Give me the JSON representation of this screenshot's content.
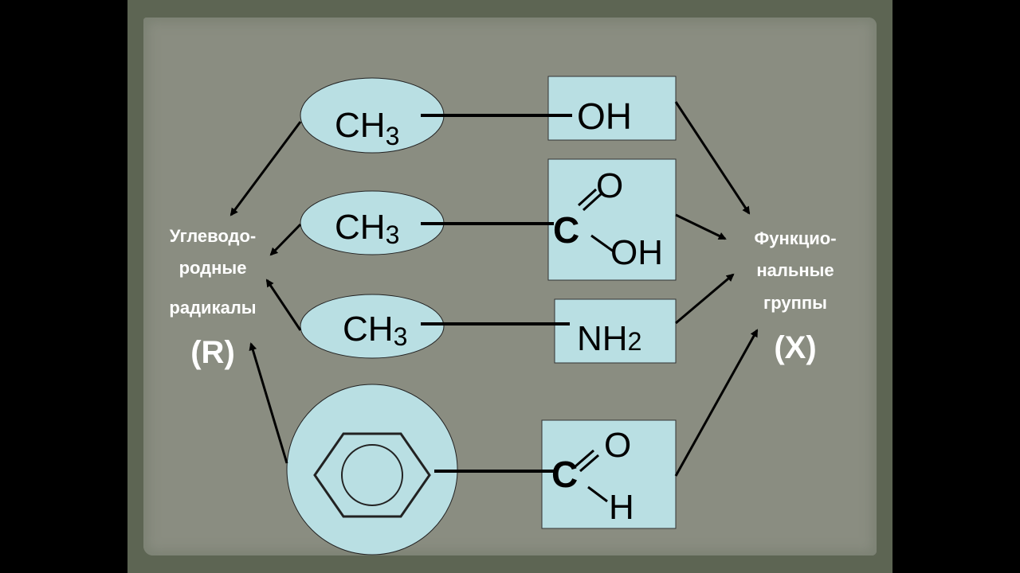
{
  "left_label": {
    "line1": "Углеводо-",
    "line2": "родные",
    "line3": "радикалы",
    "symbol": "(R)"
  },
  "right_label": {
    "line1": "Функцио-",
    "line2": "нальные",
    "line3": "группы",
    "symbol": "(X)"
  },
  "radicals": [
    {
      "main": "CH",
      "sub": "3"
    },
    {
      "main": "CH",
      "sub": "3"
    },
    {
      "main": "CH",
      "sub": "3"
    },
    {
      "name": "benzene-ring"
    }
  ],
  "groups": [
    {
      "text": "OH"
    },
    {
      "c": "C",
      "o": "O",
      "oh": "OH"
    },
    {
      "main": "NH",
      "sub": "2"
    },
    {
      "c": "C",
      "o": "O",
      "h": "H"
    }
  ],
  "colors": {
    "shape_fill": "#b9dfe3",
    "label": "#ffffff",
    "frame": "#5d6553",
    "paper": "#8a8d81"
  }
}
